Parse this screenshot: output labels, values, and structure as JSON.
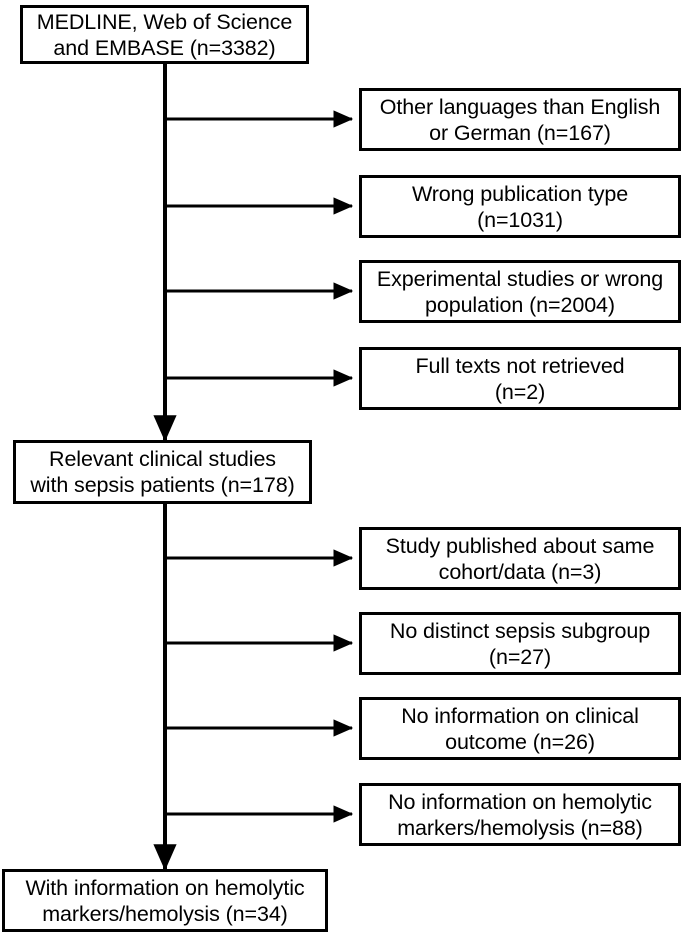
{
  "diagram": {
    "title": "Study selection flow diagram",
    "type": "prisma-flowchart",
    "colors": {
      "stroke": "#000000",
      "fill": "#ffffff",
      "text": "#000000"
    },
    "nodes": {
      "source": {
        "label": "MEDLINE, Web of Science\nand EMBASE (n=3382)",
        "count": 3382
      },
      "relevant": {
        "label": "Relevant clinical studies\nwith sepsis patients (n=178)",
        "count": 178
      },
      "final": {
        "label": "With information on hemolytic\nmarkers/hemolysis (n=34)",
        "count": 34
      }
    },
    "exclusions_stage1": [
      {
        "label": "Other languages than English\nor German (n=167)",
        "count": 167
      },
      {
        "label": "Wrong publication type\n(n=1031)",
        "count": 1031
      },
      {
        "label": "Experimental studies or wrong\npopulation (n=2004)",
        "count": 2004
      },
      {
        "label": "Full texts not retrieved\n(n=2)",
        "count": 2
      }
    ],
    "exclusions_stage2": [
      {
        "label": "Study published about same\ncohort/data (n=3)",
        "count": 3
      },
      {
        "label": "No distinct sepsis subgroup\n(n=27)",
        "count": 27
      },
      {
        "label": "No information on clinical\noutcome (n=26)",
        "count": 26
      },
      {
        "label": "No information on hemolytic\nmarkers/hemolysis (n=88)",
        "count": 88
      }
    ]
  }
}
